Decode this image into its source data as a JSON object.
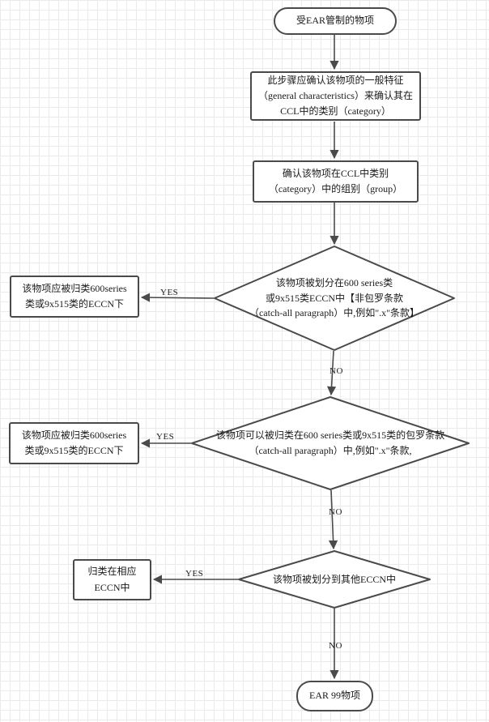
{
  "diagram": {
    "title": "EAR item classification flowchart",
    "colors": {
      "stroke": "#4a4a4a",
      "node_fill": "#ffffff",
      "grid": "#eaeaea",
      "text": "#1a1a1a"
    },
    "nodes": {
      "start": {
        "label": "受EAR管制的物项"
      },
      "step1": {
        "lines": [
          "此步骤应确认该物项的一般特征",
          "（general characteristics）来确认其在",
          "CCL中的类别（category）"
        ]
      },
      "step2": {
        "lines": [
          "确认该物项在CCL中类别",
          "（category）中的组别（group）"
        ]
      },
      "decision1": {
        "lines": [
          "该物项被划分在600 series类",
          "或9x515类ECCN中【非包罗条款",
          "（catch-all paragraph）中,例如\".x\"条款】"
        ]
      },
      "result1": {
        "lines": [
          "该物项应被归类600series",
          "类或9x515类的ECCN下"
        ]
      },
      "decision2": {
        "lines": [
          "该物项可以被归类在600 series类或9x515类的包罗条款",
          "（catch-all paragraph）中,例如\".x\"条款,"
        ]
      },
      "result2": {
        "lines": [
          "该物项应被归类600series",
          "类或9x515类的ECCN下"
        ]
      },
      "decision3": {
        "label": "该物项被划分到其他ECCN中"
      },
      "result3": {
        "lines": [
          "归类在相应",
          "ECCN中"
        ]
      },
      "end": {
        "label": "EAR 99物项"
      }
    },
    "edge_labels": {
      "yes": "YES",
      "no": "NO"
    }
  }
}
